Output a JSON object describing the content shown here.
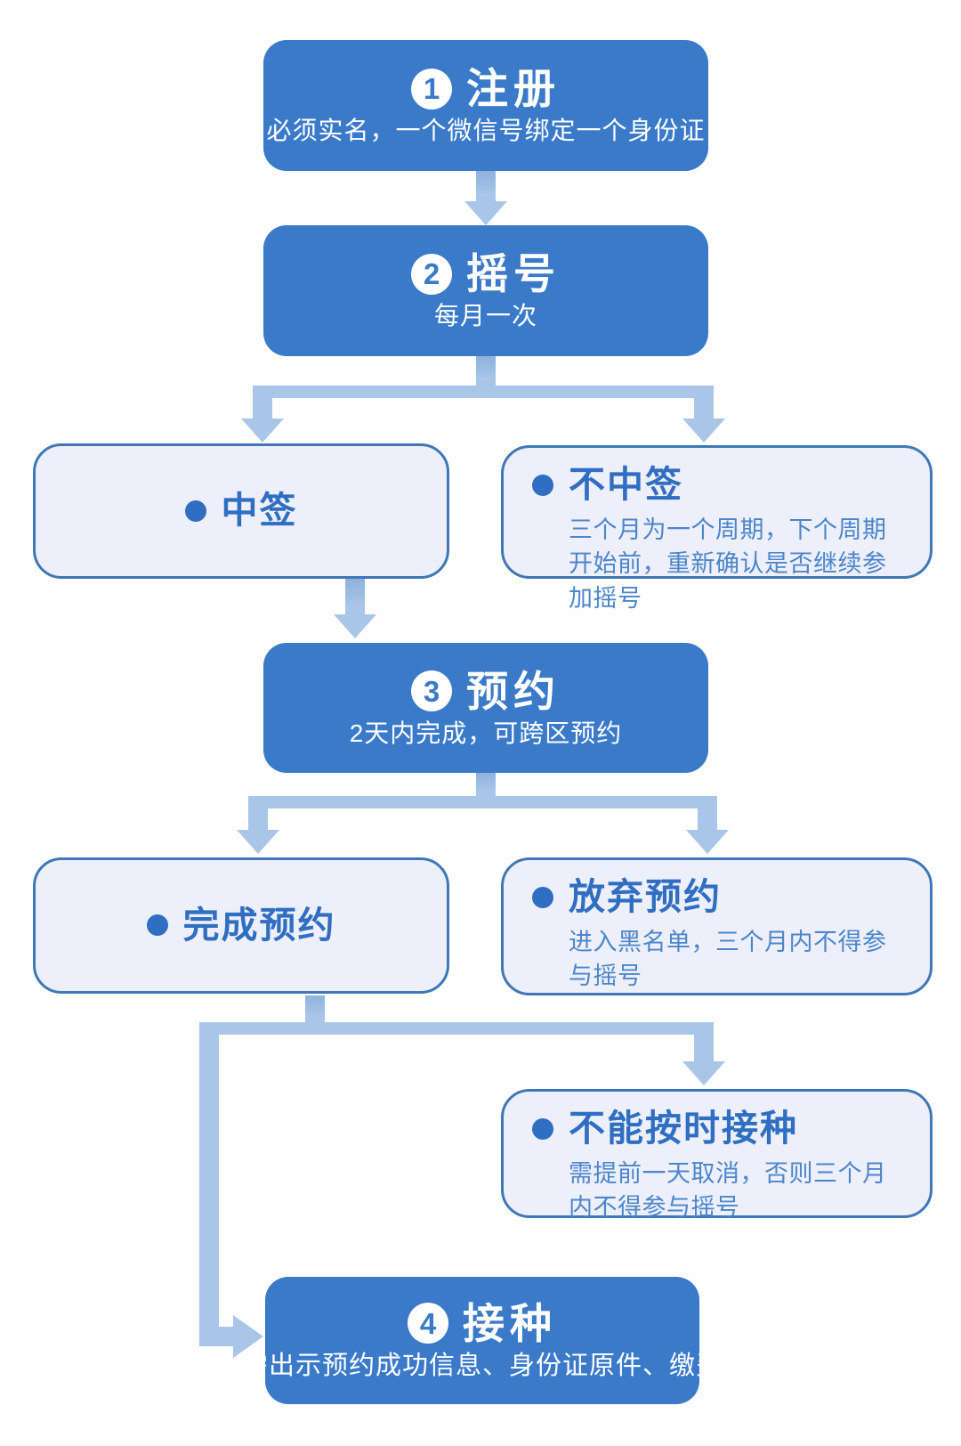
{
  "colors": {
    "accent": "#3a7ac8",
    "light_fill": "#edeffb",
    "light_border": "#3f78b6",
    "connector": "#a9c6e8",
    "title_ink": "#2f6ec0",
    "body_ink": "#4c86c8",
    "step_text": "#ffffff"
  },
  "steps": [
    {
      "number": "1",
      "title": "注册",
      "subtitle": "必须实名，一个微信号绑定一个身份证"
    },
    {
      "number": "2",
      "title": "摇号",
      "subtitle": "每月一次"
    },
    {
      "number": "3",
      "title": "预约",
      "subtitle": "2天内完成，可跨区预约"
    },
    {
      "number": "4",
      "title": "接种",
      "subtitle": "需出示预约成功信息、身份证原件、缴费"
    }
  ],
  "outcomes": {
    "win": {
      "title": "中签"
    },
    "lose": {
      "title": "不中签",
      "body": "三个月为一个周期，下个周期开始前，重新确认是否继续参加摇号"
    },
    "complete": {
      "title": "完成预约"
    },
    "abandon": {
      "title": "放弃预约",
      "body": "进入黑名单，三个月内不得参与摇号"
    },
    "miss": {
      "title": "不能按时接种",
      "body": "需提前一天取消，否则三个月内不得参与摇号"
    }
  }
}
